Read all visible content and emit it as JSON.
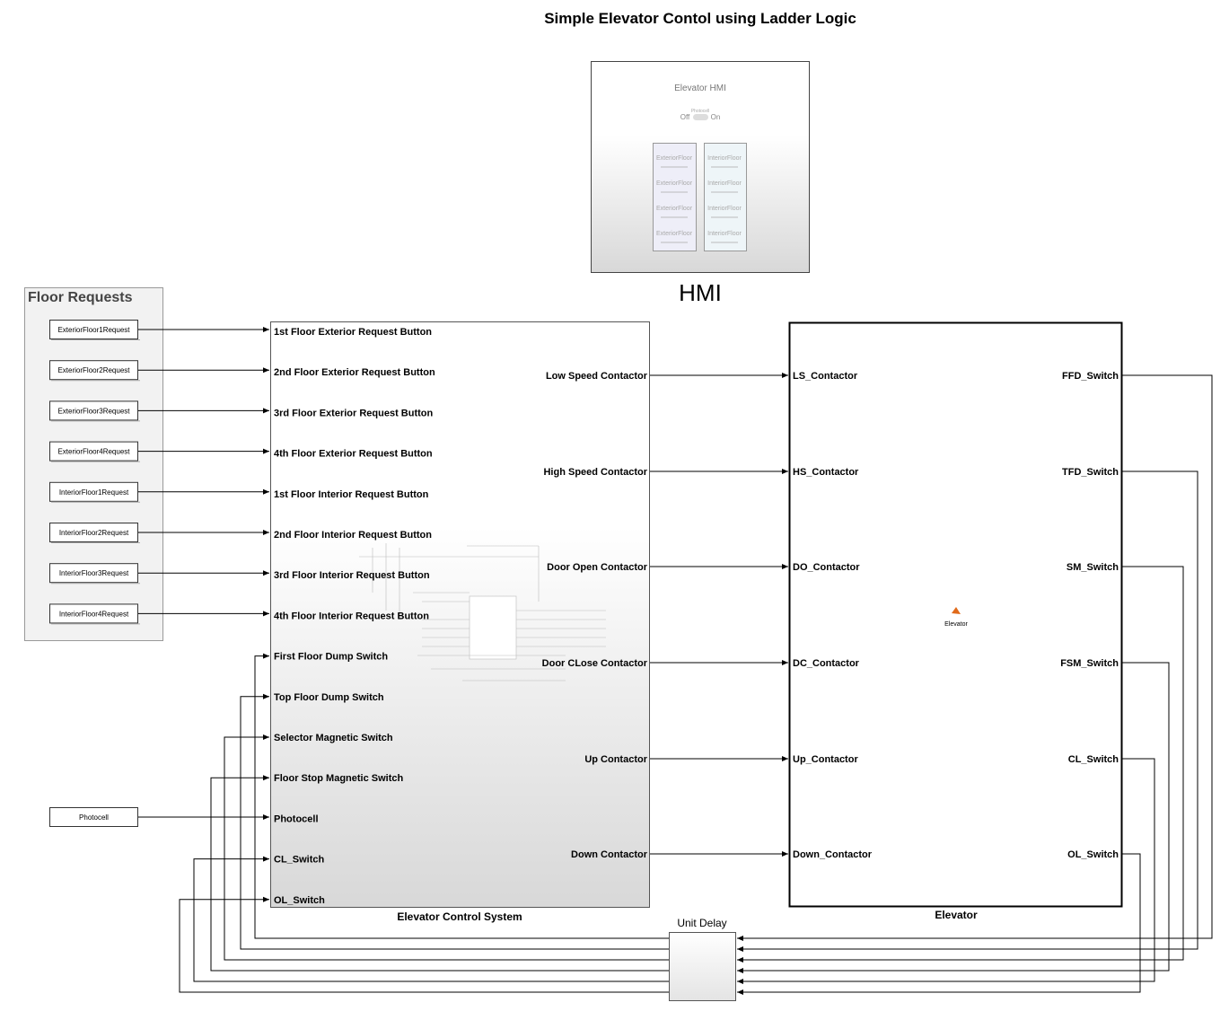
{
  "title": "Simple Elevator Contol using Ladder Logic",
  "hmi": {
    "label": "HMI",
    "panel_title": "Elevator HMI",
    "toggle_label": "Photocell",
    "toggle_off": "Off",
    "toggle_on": "On",
    "exterior_buttons": [
      "ExteriorFloor",
      "ExteriorFloor",
      "ExteriorFloor",
      "ExteriorFloor"
    ],
    "interior_buttons": [
      "InteriorFloor",
      "InteriorFloor",
      "InteriorFloor",
      "InteriorFloor"
    ]
  },
  "floor_requests": {
    "title": "Floor Requests",
    "blocks": [
      "ExteriorFloor1Request",
      "ExteriorFloor2Request",
      "ExteriorFloor3Request",
      "ExteriorFloor4Request",
      "InteriorFloor1Request",
      "InteriorFloor2Request",
      "InteriorFloor3Request",
      "InteriorFloor4Request"
    ]
  },
  "photocell_block": "Photocell",
  "control_system": {
    "name": "Elevator Control System",
    "inputs": [
      "1st Floor Exterior Request Button",
      "2nd Floor Exterior Request Button",
      "3rd Floor Exterior Request Button",
      "4th Floor Exterior Request Button",
      "1st Floor Interior Request Button",
      "2nd Floor Interior Request Button",
      "3rd Floor Interior Request Button",
      "4th Floor Interior Request Button",
      "First Floor Dump Switch",
      "Top Floor Dump Switch",
      "Selector Magnetic Switch",
      "Floor Stop Magnetic Switch",
      "Photocell",
      "CL_Switch",
      "OL_Switch"
    ],
    "outputs": [
      "Low Speed Contactor",
      "High Speed Contactor",
      "Door Open Contactor",
      "Door CLose Contactor",
      "Up Contactor",
      "Down Contactor"
    ]
  },
  "elevator": {
    "name": "Elevator",
    "icon_label": "Elevator",
    "inputs": [
      "LS_Contactor",
      "HS_Contactor",
      "DO_Contactor",
      "DC_Contactor",
      "Up_Contactor",
      "Down_Contactor"
    ],
    "outputs": [
      "FFD_Switch",
      "TFD_Switch",
      "SM_Switch",
      "FSM_Switch",
      "CL_Switch",
      "OL_Switch"
    ]
  },
  "unit_delay": {
    "name": "Unit Delay"
  }
}
